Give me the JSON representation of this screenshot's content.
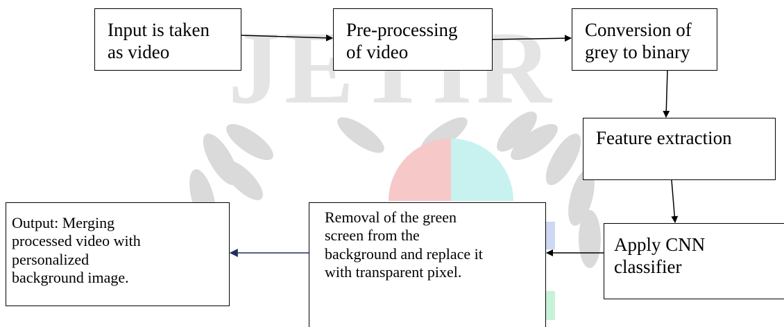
{
  "diagram": {
    "nodes": [
      {
        "id": "input",
        "label": "Input is taken\nas video"
      },
      {
        "id": "preprocess",
        "label": "Pre-processing\nof video"
      },
      {
        "id": "convert",
        "label": "Conversion of\ngrey to binary"
      },
      {
        "id": "feature",
        "label": "Feature extraction"
      },
      {
        "id": "cnn",
        "label": "Apply CNN\nclassifier"
      },
      {
        "id": "removal",
        "label": "Removal of the green\nscreen from the\nbackground and replace it\nwith transparent pixel."
      },
      {
        "id": "output",
        "label": "Output: Merging\nprocessed video with\npersonalized\nbackground image."
      }
    ],
    "edges": [
      {
        "from": "input",
        "to": "preprocess"
      },
      {
        "from": "preprocess",
        "to": "convert"
      },
      {
        "from": "convert",
        "to": "feature"
      },
      {
        "from": "feature",
        "to": "cnn"
      },
      {
        "from": "cnn",
        "to": "removal"
      },
      {
        "from": "removal",
        "to": "output"
      }
    ]
  },
  "colors": {
    "box_border": "#000000",
    "arrow": "#000000",
    "output_arrow": "#1f2f5e",
    "watermark_gray": "#d2d2d2",
    "watermark_red": "#f7c8c8",
    "watermark_cyan": "#c8f2ef",
    "watermark_blue": "#cdd8f4",
    "watermark_green": "#c8f2d8"
  },
  "watermark": {
    "text": "JETIR"
  }
}
